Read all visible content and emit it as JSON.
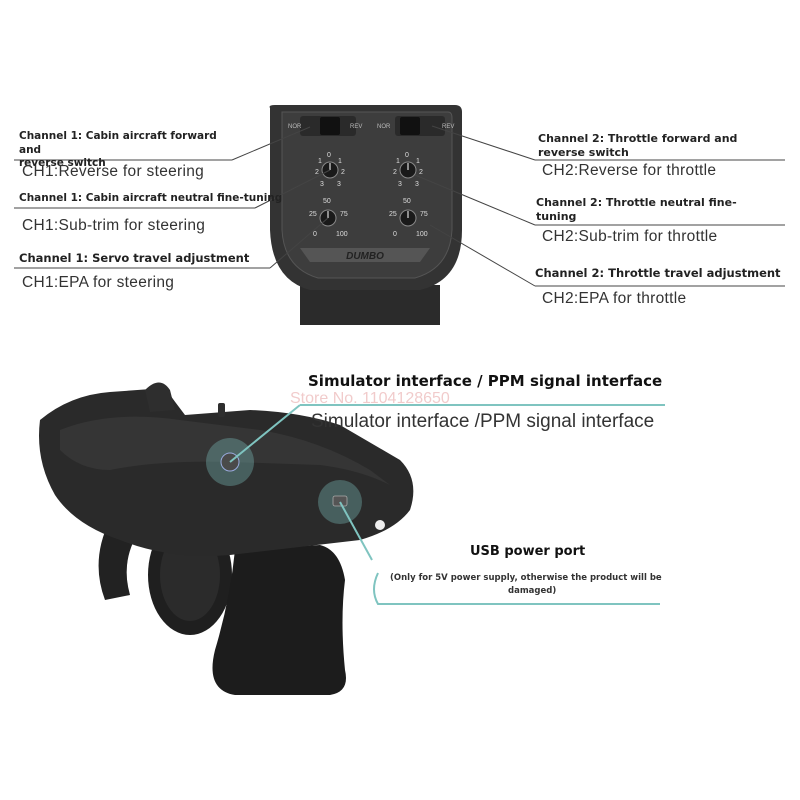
{
  "callouts": {
    "ch1_switch_cn_line1": "Channel 1: Cabin aircraft forward and",
    "ch1_switch_cn_line2": "reverse switch",
    "ch1_switch_en": "CH1:Reverse for steering",
    "ch1_subtrim_cn": "Channel 1: Cabin aircraft neutral fine-tuning",
    "ch1_subtrim_en": "CH1:Sub-trim for steering",
    "ch1_epa_cn": "Channel 1: Servo travel adjustment",
    "ch1_epa_en": "CH1:EPA for steering",
    "ch2_switch_cn_line1": "Channel 2: Throttle forward and",
    "ch2_switch_cn_line2": "reverse switch",
    "ch2_switch_en": "CH2:Reverse for throttle",
    "ch2_subtrim_cn_line1": "Channel 2: Throttle neutral fine-",
    "ch2_subtrim_cn_line2": "tuning",
    "ch2_subtrim_en": "CH2:Sub-trim for throttle",
    "ch2_epa_cn": "Channel 2: Throttle travel adjustment",
    "ch2_epa_en": "CH2:EPA for throttle"
  },
  "panel": {
    "brand": "DUMBO",
    "switch_nor": "NOR",
    "switch_rev": "REV",
    "dial_upper_labels": [
      "0",
      "1",
      "2",
      "2",
      "3",
      "3"
    ],
    "dial_lower_labels": [
      "50",
      "25",
      "75",
      "0",
      "100"
    ]
  },
  "simulator": {
    "label_cn": "Simulator interface / PPM signal interface",
    "label_en": "Simulator interface /PPM signal interface",
    "watermark": "Store No. 1104128650"
  },
  "usb": {
    "title": "USB power port",
    "note_line1": "(Only for 5V power supply, otherwise the product will be",
    "note_line2": "damaged)"
  },
  "colors": {
    "body": "#2a2a2a",
    "panel": "#3a3a3a",
    "highlight": "#7fc4c0",
    "callout_line": "#444444",
    "brand_red": "#c0392b"
  }
}
